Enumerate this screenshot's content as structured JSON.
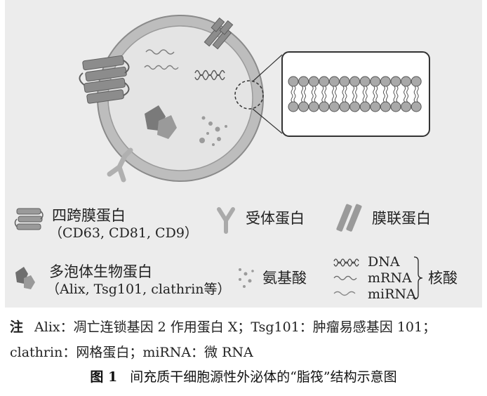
{
  "legend": {
    "tetraspanin": {
      "icon": "tetraspanin-protein-icon",
      "label": "四跨膜蛋白",
      "examples": "（CD63, CD81, CD9）"
    },
    "receptor": {
      "icon": "receptor-protein-icon",
      "label": "受体蛋白"
    },
    "fusion": {
      "icon": "membrane-fusion-protein-icon",
      "label": "膜联蛋白"
    },
    "multivesicular": {
      "icon": "multivesicular-protein-icon",
      "label": "多泡体生物蛋白",
      "examples": "（Alix, Tsg101, clathrin等）"
    },
    "amino_acid": {
      "icon": "amino-acid-icon",
      "label": "氨基酸"
    },
    "nucleic_acid": {
      "items": [
        "DNA",
        "mRNA",
        "miRNA"
      ],
      "group_label": "核酸"
    }
  },
  "note": {
    "prefix": "注",
    "text": "Alix：凋亡连锁基因 2 作用蛋白 X；Tsg101：肿瘤易感基因 101；clathrin：网格蛋白；miRNA：微 RNA"
  },
  "caption": {
    "label": "图 1",
    "text": "间充质干细胞源性外泌体的“脂筏”结构示意图"
  },
  "colors": {
    "panel_bg": "#ececec",
    "membrane": "#bdbdbd",
    "lumen": "#e4e4e4",
    "protein_dark": "#7a7a7a",
    "protein_light": "#b0b0b0",
    "lipid_head": "#a9a9a9"
  }
}
